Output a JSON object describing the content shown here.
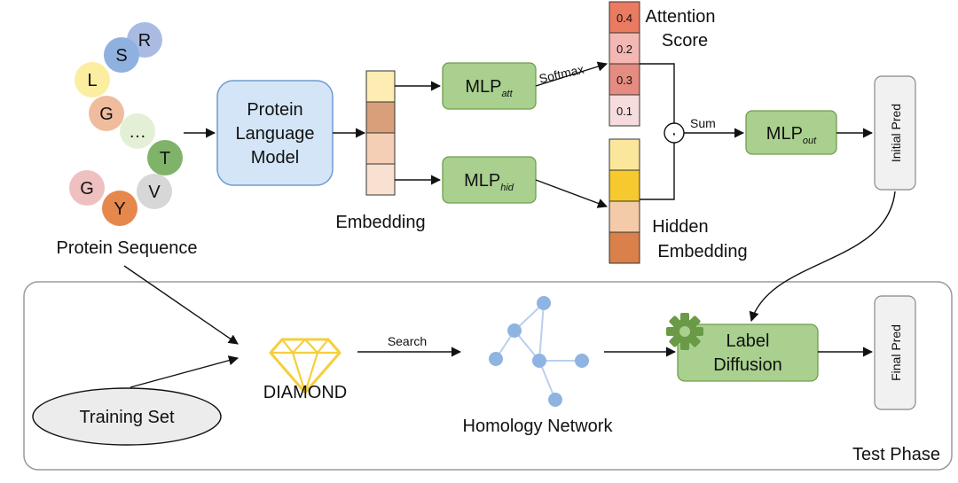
{
  "protein_sequence": {
    "label": "Protein Sequence",
    "residues": [
      {
        "letter": "R",
        "color": "#a9bbe3"
      },
      {
        "letter": "S",
        "color": "#8fb1e0"
      },
      {
        "letter": "L",
        "color": "#fbeea0"
      },
      {
        "letter": "G",
        "color": "#efbd9e"
      },
      {
        "letter": "…",
        "color": "#e3f0d6"
      },
      {
        "letter": "T",
        "color": "#7fb36a"
      },
      {
        "letter": "G",
        "color": "#efc0c0"
      },
      {
        "letter": "Y",
        "color": "#e6884c"
      },
      {
        "letter": "V",
        "color": "#d7d7d7"
      }
    ]
  },
  "plm": {
    "line1": "Protein",
    "line2": "Language",
    "line3": "Model",
    "color": "#d3e5f7",
    "border": "#6e9bd0"
  },
  "embedding": {
    "label": "Embedding",
    "cells": [
      "#fdedb3",
      "#d8a07a",
      "#f4cfb5",
      "#f9e1d2"
    ]
  },
  "mlp_att": {
    "base": "MLP",
    "sub": "att"
  },
  "mlp_hid": {
    "base": "MLP",
    "sub": "hid"
  },
  "mlp_out": {
    "base": "MLP",
    "sub": "out"
  },
  "softmax_label": "Softmax",
  "attention": {
    "label_line1": "Attention",
    "label_line2": "Score",
    "cells": [
      {
        "value": "0.4",
        "color": "#ea7b60"
      },
      {
        "value": "0.2",
        "color": "#f3b8b4"
      },
      {
        "value": "0.3",
        "color": "#e58b7f"
      },
      {
        "value": "0.1",
        "color": "#f6dcdc"
      }
    ]
  },
  "hidden": {
    "label_line1": "Hidden",
    "label_line2": "Embedding",
    "cells": [
      "#fbe79c",
      "#f6c92f",
      "#f4cba8",
      "#d9804b"
    ]
  },
  "sum_op": {
    "symbol": "·",
    "label": "Sum"
  },
  "initial_pred": "Initial Pred",
  "final_pred": "Final Pred",
  "diamond": {
    "label": "DIAMOND",
    "color": "#f5cf3b"
  },
  "search_label": "Search",
  "homology": {
    "label": "Homology Network",
    "node_color": "#8fb4e2",
    "edge_color": "#b9cfee"
  },
  "label_diffusion": {
    "line1": "Label",
    "line2": "Diffusion",
    "gear_color": "#6a9a46"
  },
  "training_set": "Training Set",
  "test_phase": "Test Phase",
  "colors": {
    "mlp_fill": "#a9d08e",
    "mlp_border": "#6f9e4e",
    "pred_fill": "#f1f1f1"
  }
}
